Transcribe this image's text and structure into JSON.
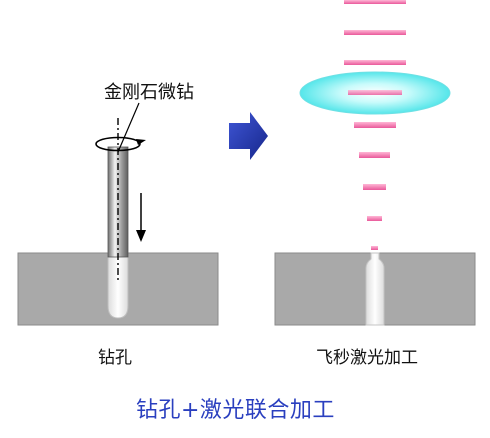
{
  "labels": {
    "diamond_drill": "金刚石微钻",
    "drilling": "钻孔",
    "femtosecond_laser": "飞秒激光加工",
    "title": "钻孔+激光联合加工"
  },
  "colors": {
    "substrate": "#a9a9a9",
    "substrate_edge": "#8a8a8a",
    "laser_pulse": "#f07fb2",
    "lens": "#7ff0f0",
    "arrow": "#1f35a8",
    "title_text": "#2a3fbf"
  },
  "icons": {
    "rotation": "rotation-arrow-icon",
    "feed": "down-arrow-icon",
    "process_arrow": "right-arrow-icon"
  }
}
